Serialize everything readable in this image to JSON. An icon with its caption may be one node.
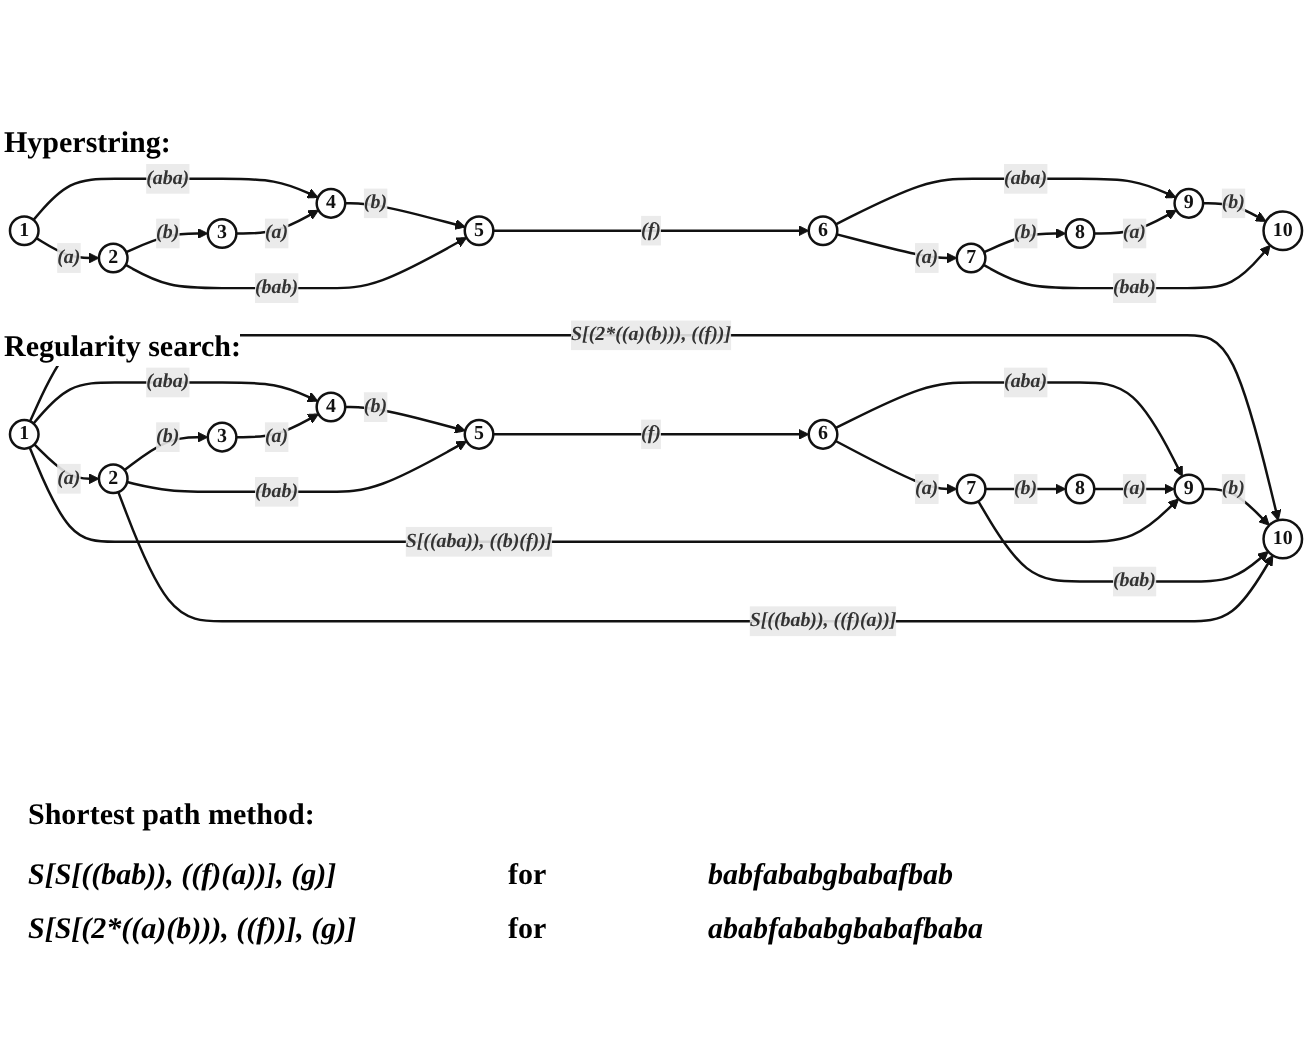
{
  "diagram": {
    "nodes": [
      {
        "text": [
          "1"
        ]
      },
      {
        "text": [
          "2"
        ]
      },
      {
        "text": [
          "3"
        ]
      },
      {
        "text": [
          "4"
        ]
      },
      {
        "text": [
          "5"
        ]
      },
      {
        "text": [
          "6"
        ]
      },
      {
        "text": [
          "7"
        ]
      },
      {
        "text": [
          "8"
        ]
      },
      {
        "text": [
          "9"
        ]
      },
      {
        "text": [
          "10"
        ]
      },
      {
        "text": [
          "1"
        ]
      },
      {
        "text": [
          "2"
        ]
      },
      {
        "text": [
          "3"
        ]
      },
      {
        "text": [
          "4"
        ]
      },
      {
        "text": [
          "5"
        ]
      },
      {
        "text": [
          "6"
        ]
      },
      {
        "text": [
          "7"
        ]
      },
      {
        "text": [
          "8"
        ]
      },
      {
        "text": [
          "9"
        ]
      },
      {
        "text": [
          "10"
        ]
      }
    ],
    "edges": [
      {
        "from": 0,
        "to": 3,
        "arrow": "to",
        "label": "(aba)"
      },
      {
        "from": 5,
        "to": 8,
        "arrow": "to",
        "label": "(aba)"
      },
      {
        "from": 0,
        "to": 1,
        "arrow": "to",
        "label": "(a)"
      },
      {
        "from": 1,
        "to": 2,
        "arrow": "to",
        "label": "(b)"
      },
      {
        "from": 2,
        "to": 3,
        "arrow": "to",
        "label": "(a)"
      },
      {
        "from": 3,
        "to": 4,
        "arrow": "to",
        "label": "(b)"
      },
      {
        "from": 4,
        "to": 5,
        "arrow": "to",
        "label": "(f)"
      },
      {
        "from": 5,
        "to": 6,
        "arrow": "to",
        "label": "(a)"
      },
      {
        "from": 6,
        "to": 7,
        "arrow": "to",
        "label": "(b)"
      },
      {
        "from": 7,
        "to": 8,
        "arrow": "to",
        "label": "(a)"
      },
      {
        "from": 8,
        "to": 9,
        "arrow": "to",
        "label": "(b)"
      },
      {
        "from": 1,
        "to": 4,
        "arrow": "to",
        "label": "(bab)"
      },
      {
        "from": 6,
        "to": 9,
        "arrow": "to",
        "label": "(bab)"
      },
      {
        "from": 10,
        "to": 19,
        "arrow": "to",
        "label": "S[(2*((a)(b))), ((f))]"
      },
      {
        "from": 10,
        "to": 13,
        "arrow": "to",
        "label": "(aba)"
      },
      {
        "from": 15,
        "to": 18,
        "arrow": "to",
        "label": "(aba)"
      },
      {
        "from": 10,
        "to": 11,
        "arrow": "to",
        "label": "(a)"
      },
      {
        "from": 11,
        "to": 12,
        "arrow": "to",
        "label": "(b)"
      },
      {
        "from": 12,
        "to": 13,
        "arrow": "to",
        "label": "(a)"
      },
      {
        "from": 13,
        "to": 14,
        "arrow": "to",
        "label": "(b)"
      },
      {
        "from": 14,
        "to": 15,
        "arrow": "to",
        "label": "(f)"
      },
      {
        "from": 15,
        "to": 16,
        "arrow": "to",
        "label": "(a)"
      },
      {
        "from": 16,
        "to": 17,
        "arrow": "to",
        "label": "(b)"
      },
      {
        "from": 17,
        "to": 18,
        "arrow": "to",
        "label": "(a)"
      },
      {
        "from": 18,
        "to": 19,
        "arrow": "to",
        "label": "(b)"
      },
      {
        "from": 11,
        "to": 14,
        "arrow": "to",
        "label": "(bab)"
      },
      {
        "from": 16,
        "to": 19,
        "arrow": "to",
        "label": "(bab)"
      },
      {
        "from": 11,
        "to": 19,
        "arrow": "to",
        "label": "S[((bab)), ((f)(a))]"
      },
      {
        "from": 10,
        "to": 18,
        "arrow": "to",
        "label": "S[((aba)), ((b)(f))]"
      }
    ],
    "labels": [
      "Hyperstring:",
      "Regularity search:",
      "Shortest path method:",
      "S[S[((bab)), ((f)(a))], (g)]",
      "for",
      "babfababgbabafbab",
      "S[S[(2*((a)(b))), ((f))], (g)]",
      "for",
      "ababfababgbabafbaba"
    ]
  }
}
